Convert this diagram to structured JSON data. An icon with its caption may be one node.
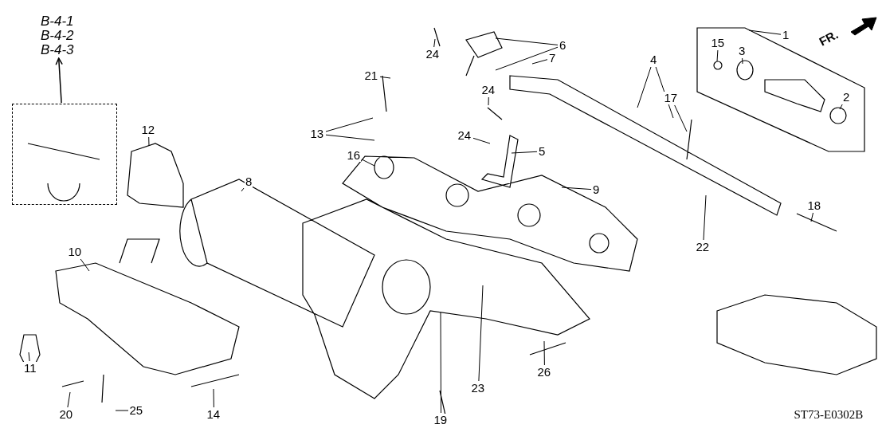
{
  "diagram": {
    "nodes": [
      {
        "text": [
          "B-4-1",
          "B-4-2",
          "B-4-3"
        ]
      },
      {
        "text": [],
        "shape": "box"
      },
      {
        "text": [
          "1"
        ]
      },
      {
        "text": [
          "2"
        ]
      },
      {
        "text": [
          "3"
        ]
      },
      {
        "text": [
          "4"
        ]
      },
      {
        "text": [
          "5"
        ]
      },
      {
        "text": [
          "6"
        ]
      },
      {
        "text": [
          "7"
        ]
      },
      {
        "text": [
          "8"
        ]
      },
      {
        "text": [
          "9"
        ]
      },
      {
        "text": [
          "10"
        ]
      },
      {
        "text": [
          "11"
        ]
      },
      {
        "text": [
          "12"
        ]
      },
      {
        "text": [
          "13"
        ]
      },
      {
        "text": [
          "14"
        ]
      },
      {
        "text": [
          "15"
        ]
      },
      {
        "text": [
          "16"
        ]
      },
      {
        "text": [
          "17"
        ]
      },
      {
        "text": [
          "18"
        ]
      },
      {
        "text": [
          "19"
        ]
      },
      {
        "text": [
          "20"
        ]
      },
      {
        "text": [
          "21"
        ]
      },
      {
        "text": [
          "22"
        ]
      },
      {
        "text": [
          "23"
        ]
      },
      {
        "text": [
          "24"
        ]
      },
      {
        "text": [
          "24"
        ]
      },
      {
        "text": [
          "24"
        ]
      },
      {
        "text": [
          "25"
        ]
      },
      {
        "text": [
          "26"
        ]
      }
    ],
    "edges": [
      {
        "from": 1,
        "to": 0,
        "arrow": "to"
      },
      {
        "from": 2,
        "to": null,
        "arrow": "none"
      },
      {
        "from": 3,
        "to": null,
        "arrow": "none"
      },
      {
        "from": 4,
        "to": null,
        "arrow": "none"
      },
      {
        "from": 5,
        "to": null,
        "arrow": "none"
      },
      {
        "from": 5,
        "to": null,
        "arrow": "none"
      },
      {
        "from": 6,
        "to": null,
        "arrow": "none"
      },
      {
        "from": 7,
        "to": null,
        "arrow": "none"
      },
      {
        "from": 7,
        "to": null,
        "arrow": "none"
      },
      {
        "from": 8,
        "to": null,
        "arrow": "none"
      },
      {
        "from": 9,
        "to": null,
        "arrow": "none"
      },
      {
        "from": 10,
        "to": null,
        "arrow": "none"
      },
      {
        "from": 11,
        "to": null,
        "arrow": "none"
      },
      {
        "from": 12,
        "to": null,
        "arrow": "none"
      },
      {
        "from": 13,
        "to": null,
        "arrow": "none"
      },
      {
        "from": 14,
        "to": null,
        "arrow": "none"
      },
      {
        "from": 14,
        "to": null,
        "arrow": "none"
      },
      {
        "from": 15,
        "to": null,
        "arrow": "none"
      },
      {
        "from": 16,
        "to": null,
        "arrow": "none"
      },
      {
        "from": 17,
        "to": null,
        "arrow": "none"
      },
      {
        "from": 18,
        "to": null,
        "arrow": "none"
      },
      {
        "from": 19,
        "to": null,
        "arrow": "none"
      },
      {
        "from": 20,
        "to": null,
        "arrow": "none"
      },
      {
        "from": 21,
        "to": null,
        "arrow": "none"
      },
      {
        "from": 22,
        "to": null,
        "arrow": "none"
      },
      {
        "from": 23,
        "to": null,
        "arrow": "none"
      },
      {
        "from": 24,
        "to": null,
        "arrow": "none"
      },
      {
        "from": 25,
        "to": null,
        "arrow": "none"
      },
      {
        "from": 26,
        "to": null,
        "arrow": "none"
      },
      {
        "from": 27,
        "to": null,
        "arrow": "none"
      },
      {
        "from": 28,
        "to": null,
        "arrow": "none"
      },
      {
        "from": 29,
        "to": null,
        "arrow": "none"
      }
    ],
    "labels": [
      "FR.",
      "ST73-E0302B"
    ]
  }
}
